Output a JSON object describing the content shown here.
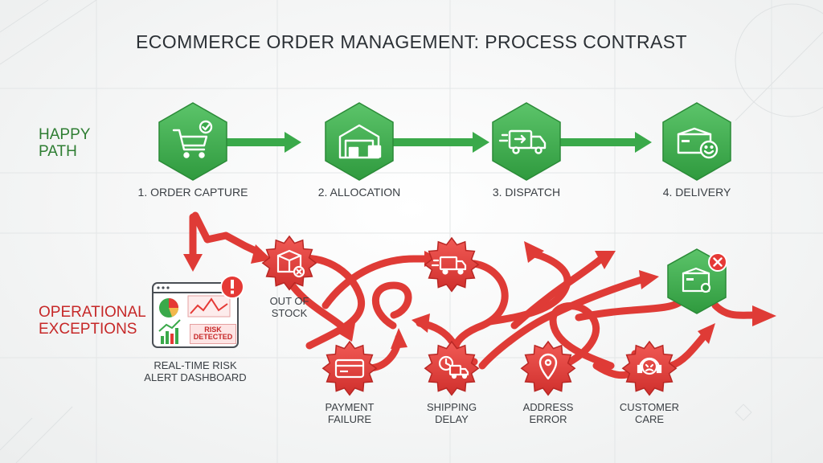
{
  "title": "ECOMMERCE ORDER MANAGEMENT: PROCESS CONTRAST",
  "lanes": {
    "happy_line1": "HAPPY",
    "happy_line2": "PATH",
    "ops_line1": "OPERATIONAL",
    "ops_line2": "EXCEPTIONS"
  },
  "steps": [
    {
      "label": "1. ORDER CAPTURE",
      "icon": "cart-check-icon"
    },
    {
      "label": "2. ALLOCATION",
      "icon": "warehouse-icon"
    },
    {
      "label": "3. DISPATCH",
      "icon": "delivery-truck-icon"
    },
    {
      "label": "4. DELIVERY",
      "icon": "box-smile-icon"
    }
  ],
  "exceptions": {
    "out_of_stock": {
      "line1": "OUT OF",
      "line2": "STOCK",
      "icon": "box-x-icon"
    },
    "payment_failure": {
      "line1": "PAYMENT",
      "line2": "FAILURE",
      "icon": "credit-card-icon"
    },
    "shipping_delay": {
      "line1": "SHIPPING",
      "line2": "DELAY",
      "icon": "truck-clock-icon"
    },
    "address_error": {
      "line1": "ADDRESS",
      "line2": "ERROR",
      "icon": "map-pin-icon"
    },
    "customer_care": {
      "line1": "CUSTOMER",
      "line2": "CARE",
      "icon": "headset-icon"
    }
  },
  "dashboard": {
    "line1": "REAL-TIME RISK",
    "line2": "ALERT DASHBOARD",
    "badge_line1": "RISK",
    "badge_line2": "DETECTED",
    "icon": "dashboard-icon",
    "alert_icon": "alert-icon"
  },
  "failed_delivery_icon": "box-error-icon",
  "colors": {
    "green": "#3aa94a",
    "green_dark": "#2e7d32",
    "red": "#e53935",
    "red_dark": "#c62828",
    "text": "#3a3f44"
  }
}
